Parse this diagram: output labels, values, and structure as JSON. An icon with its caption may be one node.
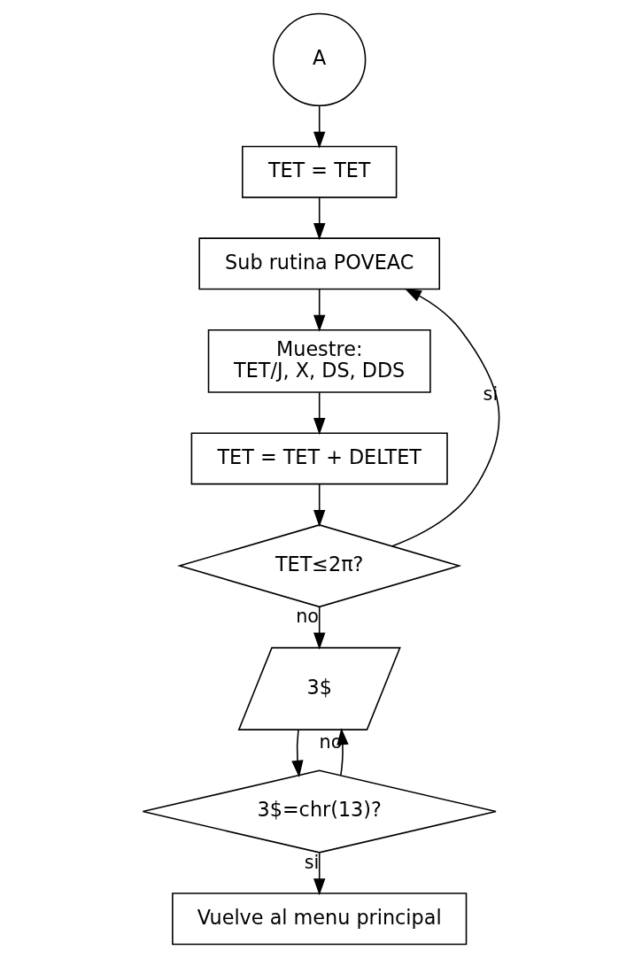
{
  "diagram": {
    "nodes": [
      {
        "text": [
          "A"
        ]
      },
      {
        "text": [
          "TET = TET"
        ]
      },
      {
        "text": [
          "Sub rutina POVEAC"
        ]
      },
      {
        "text": [
          "Muestre:",
          "TET/J, X, DS, DDS"
        ]
      },
      {
        "text": [
          "TET = TET + DELTET"
        ]
      },
      {
        "text": [
          "TET≤2π?"
        ]
      },
      {
        "text": [
          "3$"
        ]
      },
      {
        "text": [
          "3$=chr(13)?"
        ]
      },
      {
        "text": [
          "Vuelve al menu principal"
        ]
      }
    ],
    "edges": [
      {
        "from": 0,
        "to": 1,
        "arrow": "to"
      },
      {
        "from": 1,
        "to": 2,
        "arrow": "to"
      },
      {
        "from": 2,
        "to": 3,
        "arrow": "to"
      },
      {
        "from": 3,
        "to": 4,
        "arrow": "to"
      },
      {
        "from": 4,
        "to": 5,
        "arrow": "to"
      },
      {
        "from": 5,
        "to": 2,
        "arrow": "to",
        "label": "si"
      },
      {
        "from": 5,
        "to": 6,
        "arrow": "to",
        "label": "no"
      },
      {
        "from": 6,
        "to": 7,
        "arrow": "to"
      },
      {
        "from": 7,
        "to": 6,
        "arrow": "to",
        "label": "no"
      },
      {
        "from": 7,
        "to": 8,
        "arrow": "to",
        "label": "si"
      }
    ]
  }
}
